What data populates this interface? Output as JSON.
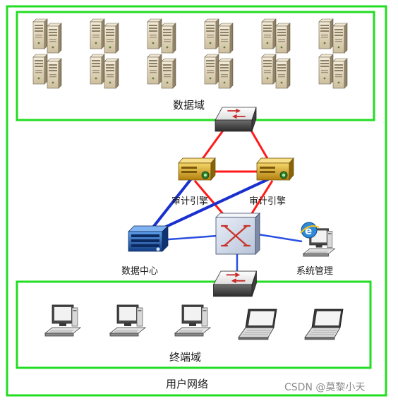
{
  "labels": {
    "data_domain": "数据域",
    "audit_engine_left": "审计引擎",
    "audit_engine_right": "审计引擎",
    "data_center": "数据中心",
    "system_management": "系统管理",
    "terminal_domain": "终端域",
    "user_network": "用户网络"
  },
  "watermark": "CSDN @莫黎小天",
  "colors": {
    "frame_green": "#22dd22",
    "link_red": "#ff1a1a",
    "link_blue": "#1a2fd0",
    "link_blue_light": "#3a66e6",
    "engine_gold": "#d9a21a",
    "center_blue": "#1f5fb8"
  },
  "icons": {
    "server": "server-rack-icon",
    "switch": "network-switch-icon",
    "engine": "audit-engine-appliance-icon",
    "data_center": "rack-server-icon",
    "management": "ie-workstation-icon",
    "desktop": "desktop-pc-icon",
    "laptop": "laptop-icon"
  }
}
